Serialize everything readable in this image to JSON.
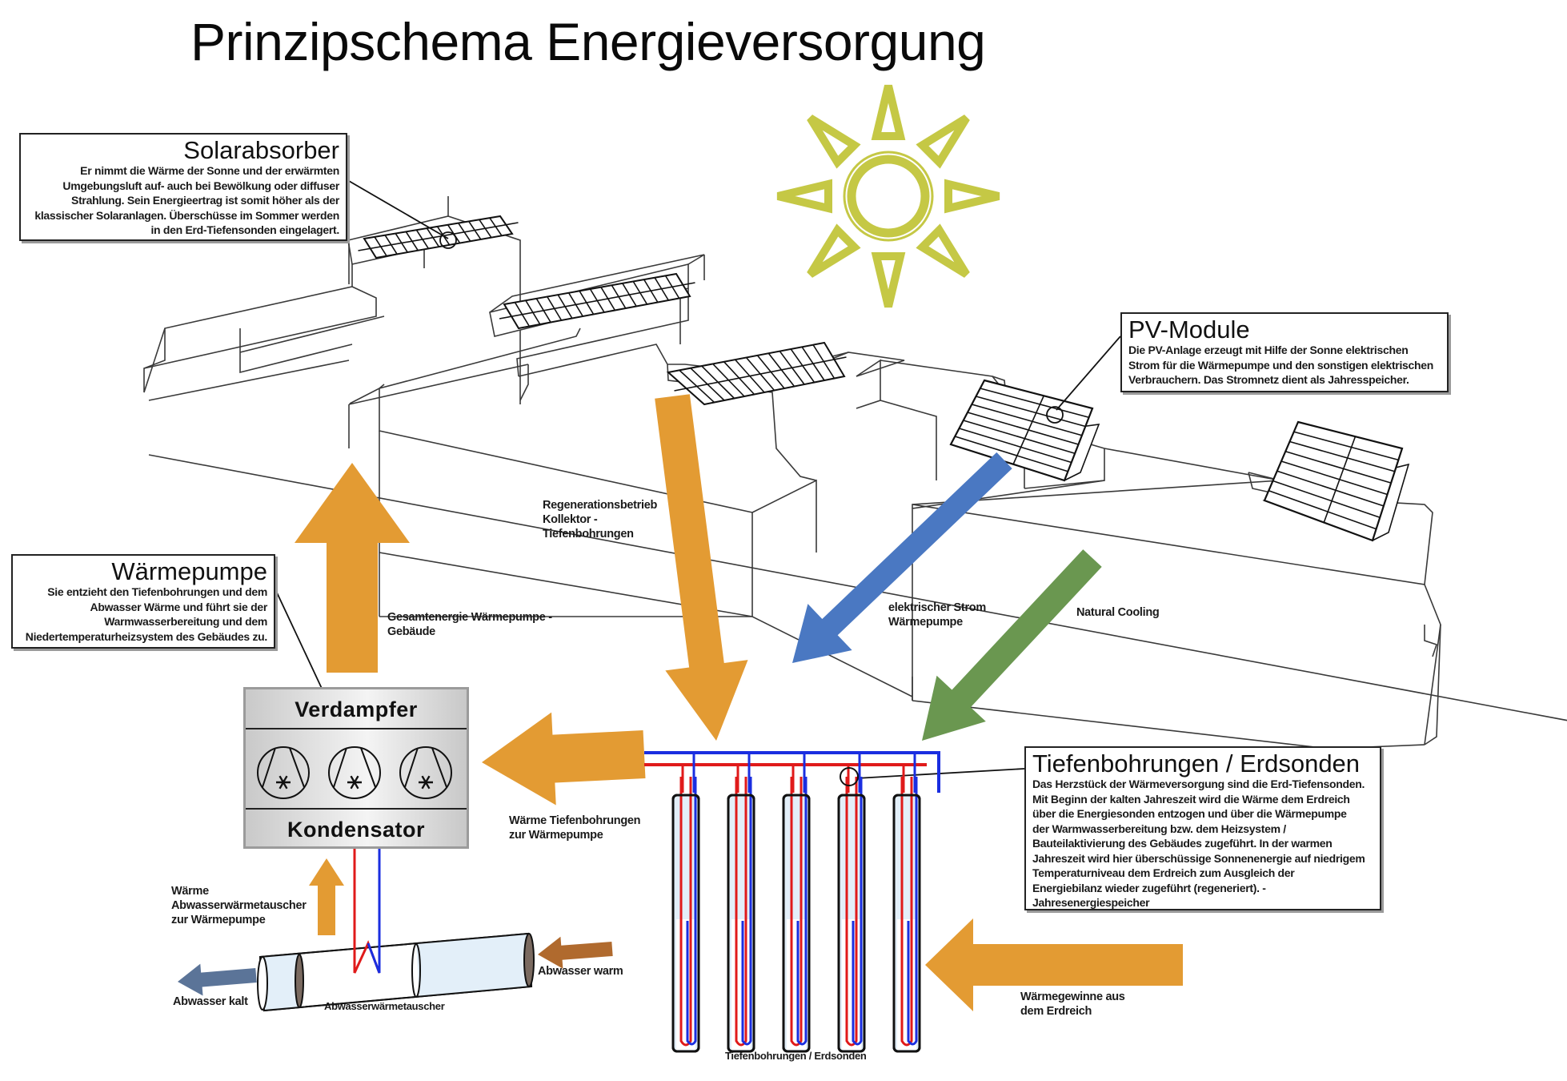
{
  "title": "Prinzipschema Energieversorgung",
  "colors": {
    "sun": "#c5c845",
    "warm_arrow": "#e39b33",
    "electric_arrow": "#4a78c2",
    "cooling_arrow": "#6a9750",
    "wastewater_warm_arrow": "#b06a2e",
    "wastewater_cold_arrow": "#5b7498",
    "pipe_hot": "#e01a1a",
    "pipe_cold": "#1a2ee0",
    "probe_fill": "#e3eff9"
  },
  "boxes": {
    "solarabsorber": {
      "heading": "Solarabsorber",
      "text": "Er nimmt die Wärme der Sonne und der erwärmten\nUmgebungsluft auf- auch bei Bewölkung oder diffuser\nStrahlung. Sein Energieertrag ist somit höher als der\nklassischer Solaranlagen. Überschüsse im Sommer werden\nin den Erd-Tiefensonden eingelagert."
    },
    "pv_module": {
      "heading": "PV-Module",
      "text": "Die PV-Anlage erzeugt mit Hilfe der Sonne elektrischen\nStrom für die Wärmepumpe und den sonstigen elektrischen\nVerbrauchern. Das Stromnetz dient als Jahresspeicher."
    },
    "waermepumpe": {
      "heading": "Wärmepumpe",
      "text": "Sie entzieht den Tiefenbohrungen und dem\nAbwasser Wärme und führt sie der\nWarmwasserbereitung und dem\nNiedertemperaturheizsystem des Gebäudes zu."
    },
    "tiefenbohrungen": {
      "heading": "Tiefenbohrungen / Erdsonden",
      "text": "Das Herzstück der Wärmeversorgung sind die Erd-Tiefensonden.\nMit Beginn der kalten Jahreszeit wird die Wärme dem Erdreich\nüber die Energiesonden entzogen und über die Wärmepumpe\nder Warmwasserbereitung bzw. dem Heizsystem /\nBauteilaktivierung des Gebäudes zugeführt. In der warmen\nJahreszeit wird hier überschüssige Sonnenenergie auf niedrigem\nTemperaturniveau dem Erdreich zum Ausgleich der\nEnergiebilanz wieder zugeführt (regeneriert). -\nJahresenergiespeicher"
    }
  },
  "heat_pump_unit": {
    "top_label": "Verdampfer",
    "bottom_label": "Kondensator",
    "compressor_count": 3
  },
  "labels": {
    "regeneration": "Regenerationsbetrieb\nKollektor -\nTiefenbohrungen",
    "total_energy": "Gesamtenergie Wärmepumpe -\nGebäude",
    "electric": "elektrischer Strom\nWärmepumpe",
    "natural_cooling": "Natural Cooling",
    "heat_boreholes": "Wärme Tiefenbohrungen\nzur Wärmepumpe",
    "heat_exchanger_to_hp": "Wärme\nAbwasserwärmetauscher\nzur Wärmepumpe",
    "wastewater_warm": "Abwasser warm",
    "wastewater_cold": "Abwasser kalt",
    "heat_exchanger": "Abwasserwärmetauscher",
    "ground_gains": "Wärmegewinne aus\ndem Erdreich",
    "probes_caption": "Tiefenbohrungen / Erdsonden"
  },
  "probes": {
    "count": 5
  }
}
